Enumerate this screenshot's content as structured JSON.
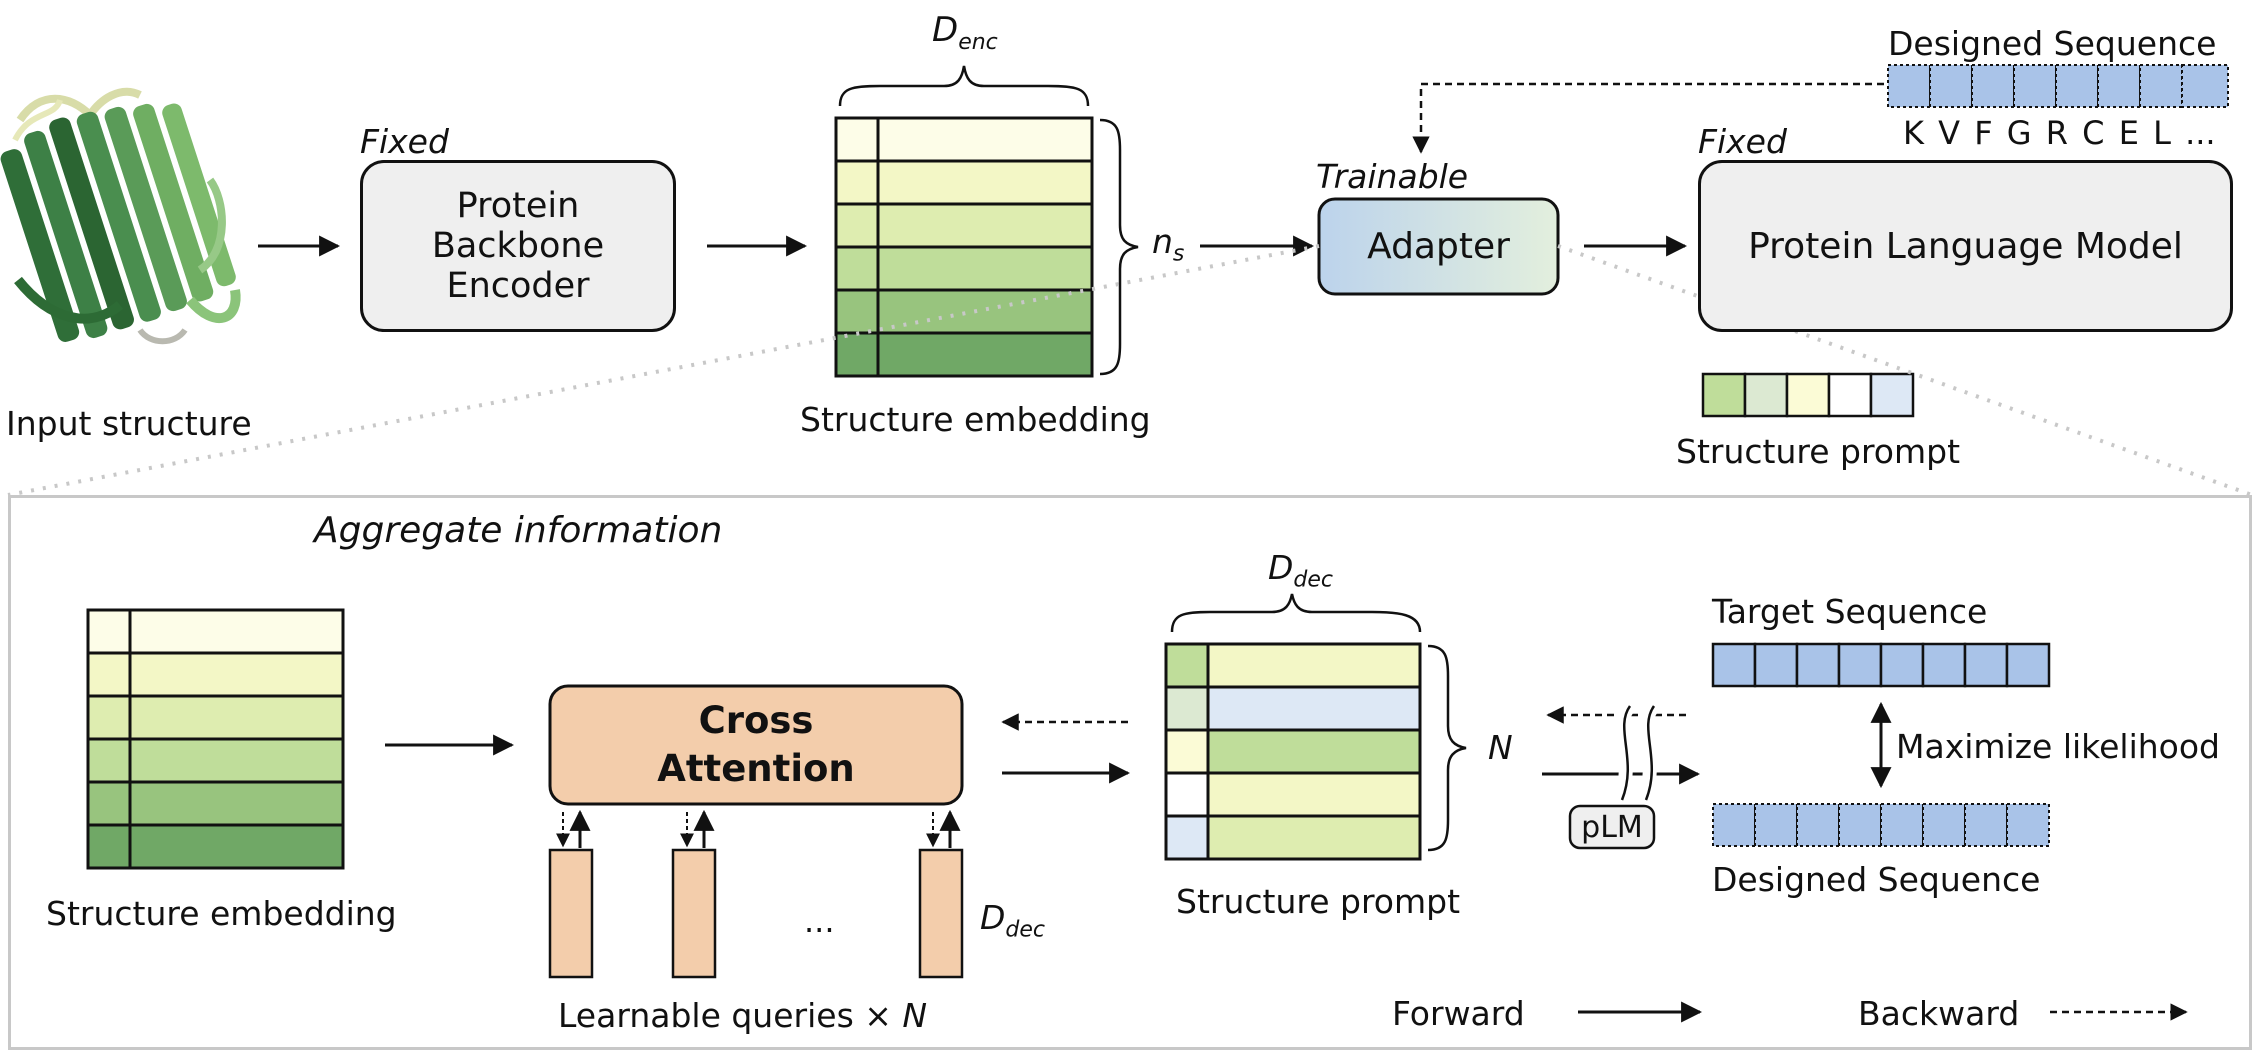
{
  "top": {
    "input_structure_label": "Input structure",
    "fixed_label_1": "Fixed",
    "encoder_box_lines": [
      "Protein",
      "Backbone",
      "Encoder"
    ],
    "d_enc_label": "D",
    "d_enc_sub": "enc",
    "n_s_label": "n",
    "n_s_sub": "s",
    "structure_embedding_label": "Structure embedding",
    "trainable_label": "Trainable",
    "adapter_label": "Adapter",
    "fixed_label_2": "Fixed",
    "plm_label": "Protein Language Model",
    "designed_sequence_label": "Designed Sequence",
    "designed_letters": "K V F G R C E L ...",
    "structure_prompt_label": "Structure prompt"
  },
  "bottom": {
    "aggregate_label": "Aggregate information",
    "structure_embedding_label": "Structure embedding",
    "cross_attention_lines": [
      "Cross",
      "Attention"
    ],
    "learnable_queries_label": "Learnable queries × ",
    "learnable_queries_n": "N",
    "ellipsis": "...",
    "d_dec_label": "D",
    "d_dec_sub": "dec",
    "d_dec_top_label": "D",
    "d_dec_top_sub": "dec",
    "n_label": "N",
    "structure_prompt_label": "Structure prompt",
    "plm_label": "pLM",
    "target_sequence_label": "Target Sequence",
    "maximize_label": "Maximize likelihood",
    "designed_sequence_label": "Designed Sequence",
    "forward_label": "Forward",
    "backward_label": "Backward"
  },
  "colors": {
    "green_1": "#fdfde8",
    "green_2": "#f3f7c6",
    "green_3": "#deedb0",
    "green_4": "#bfdd9a",
    "green_5": "#98c47e",
    "green_6": "#70a866",
    "blue_cell": "#a9c3e8",
    "blue_light": "#dde8f5",
    "peach": "#f3cdab",
    "box_gray": "#efefef",
    "dotted_gray": "#c8c8c8"
  },
  "icons": {
    "protein": "protein-structure-icon"
  }
}
